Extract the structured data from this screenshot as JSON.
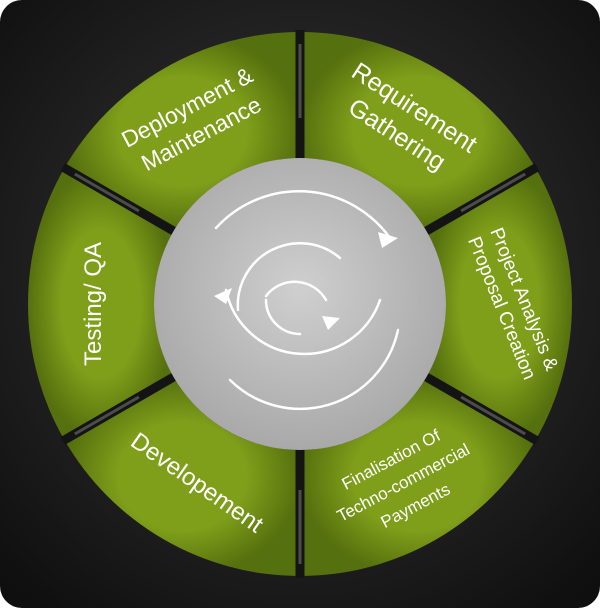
{
  "diagram": {
    "segments": [
      {
        "id": "requirement",
        "lines": [
          "Requirement",
          "Gathering"
        ]
      },
      {
        "id": "project-analysis",
        "lines": [
          "Project Analysis &",
          "Proposal Creation"
        ]
      },
      {
        "id": "finalisation",
        "lines": [
          "Finalisation Of",
          "Techno-commercial",
          "Payments"
        ]
      },
      {
        "id": "development",
        "lines": [
          "Developement"
        ]
      },
      {
        "id": "testing",
        "lines": [
          "Testing/ QA"
        ]
      },
      {
        "id": "deployment",
        "lines": [
          "Deployment &",
          "Maintenance"
        ]
      }
    ],
    "colors": {
      "background": "#1c1c1c",
      "segment_fill": "#6d8a14",
      "segment_fill_dark": "#4f6410",
      "hub_fill": "#bdbdbd",
      "spiral_stroke": "#ffffff"
    },
    "center_icon": "cycle-spiral-icon"
  }
}
